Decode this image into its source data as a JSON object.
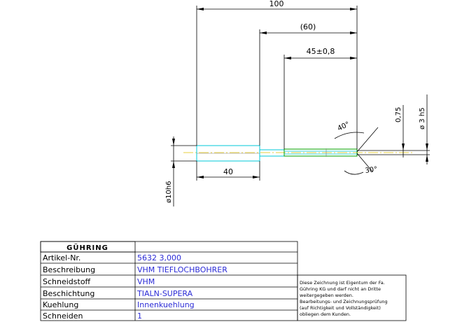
{
  "drawing": {
    "dim_overall": "100",
    "dim_reference": "(60)",
    "dim_flute": "45±0,8",
    "dim_shank": "40",
    "dim_angle_top": "40°",
    "dim_angle_bottom": "30°",
    "dim_small": "0,75",
    "dim_tip_dia": "ø 3 h5",
    "dim_shank_dia": "ø10h6"
  },
  "titleblock": {
    "logo": "GÜHRING",
    "rows": [
      {
        "label": "Artikel-Nr.",
        "value": "5632  3,000"
      },
      {
        "label": "Beschreibung",
        "value": "VHM  TIEFLOCHBOHRER"
      },
      {
        "label": "Schneidstoff",
        "value": "VHM"
      },
      {
        "label": "Beschichtung",
        "value": "TIALN-SUPERA"
      },
      {
        "label": "Kuehlung",
        "value": "Innenkuehlung"
      },
      {
        "label": "Schneiden",
        "value": "1"
      }
    ],
    "note": [
      "Diese Zeichnung ist Eigentum der Fa.",
      "Gühring KG und darf nicht an Dritte",
      "weitergegeben werden.",
      "Bearbeitungs- und Zeichnungsprüfung",
      "(auf Richtigkeit und Vollständigkeit)",
      "obliegen dem Kunden."
    ]
  },
  "colors": {
    "dimension": "#000000",
    "shank_outline": "#00c8d8",
    "flute_outline": "#00a000",
    "centerline": "#e0c000",
    "value_text": "#2b2bd6"
  }
}
